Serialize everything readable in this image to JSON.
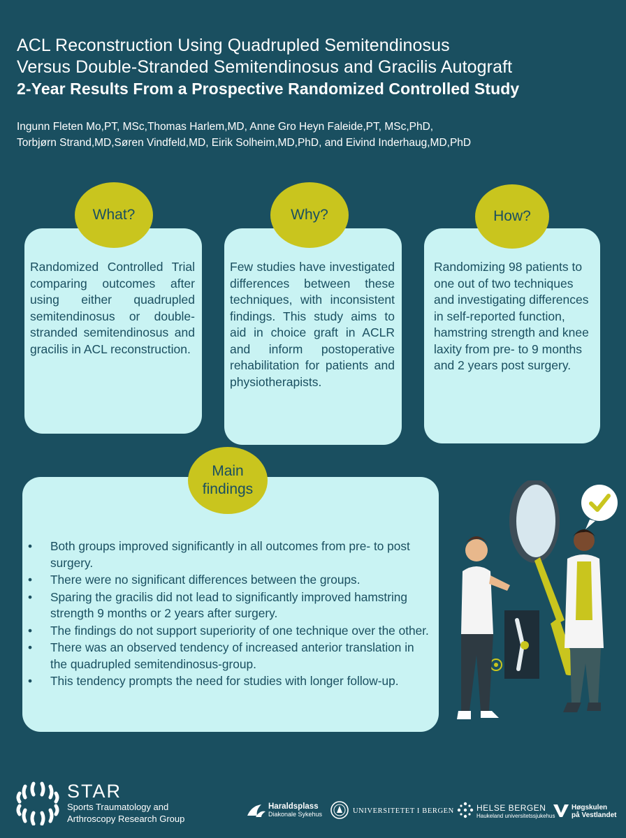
{
  "title": {
    "line1": "ACL Reconstruction Using Quadrupled Semitendinosus",
    "line2": "Versus Double-Stranded Semitendinosus and Gracilis Autograft",
    "subtitle": "2-Year Results From a Prospective Randomized Controlled Study"
  },
  "authors": {
    "line1": "Ingunn Fleten Mo,PT, MSc,Thomas Harlem,MD, Anne Gro Heyn Faleide,PT, MSc,PhD,",
    "line2": "Torbjørn Strand,MD,Søren Vindfeld,MD, Eirik Solheim,MD,PhD, and Eivind Inderhaug,MD,PhD"
  },
  "what": {
    "heading": "What?",
    "text": "Randomized Controlled Trial comparing outcomes after using either quadrupled semitendinosus or double-stranded semitendinosus and gracilis in ACL reconstruction."
  },
  "why": {
    "heading": "Why?",
    "text": "Few studies have investigated differences between these techniques, with inconsistent findings. This study aims to aid in choice graft in ACLR and inform postoperative rehabilitation for patients and physiotherapists."
  },
  "how": {
    "heading": "How?",
    "text": "Randomizing 98 patients to one out of two techniques and investigating differences in self-reported function, hamstring strength and knee laxity from pre- to 9 months and 2 years post surgery."
  },
  "findings": {
    "heading_line1": "Main",
    "heading_line2": "findings",
    "items": [
      "Both groups improved significantly in all outcomes from pre- to post surgery.",
      "There were no significant differences between the groups.",
      "Sparing the gracilis did not lead to significantly improved hamstring strength 9 months or 2 years after surgery.",
      "The findings do not support superiority of one technique over the other.",
      "There was an observed tendency of increased anterior translation in the quadrupled semitendinosus-group.",
      "This tendency prompts the need for studies with longer follow-up."
    ]
  },
  "footer": {
    "star_name": "STAR",
    "star_sub1": "Sports Traumatology and",
    "star_sub2": "Arthroscopy Research Group",
    "haraldsplass1": "Haraldsplass",
    "haraldsplass2": "Diakonale Sykehus",
    "uib": "UNIVERSITETET I BERGEN",
    "helse1": "HELSE BERGEN",
    "helse2": "Haukeland universitetssjukehus",
    "hvl1": "Høgskulen",
    "hvl2": "på Vestlandet"
  },
  "colors": {
    "background": "#1a4f60",
    "card": "#c9f3f3",
    "accent": "#c9c51e"
  }
}
